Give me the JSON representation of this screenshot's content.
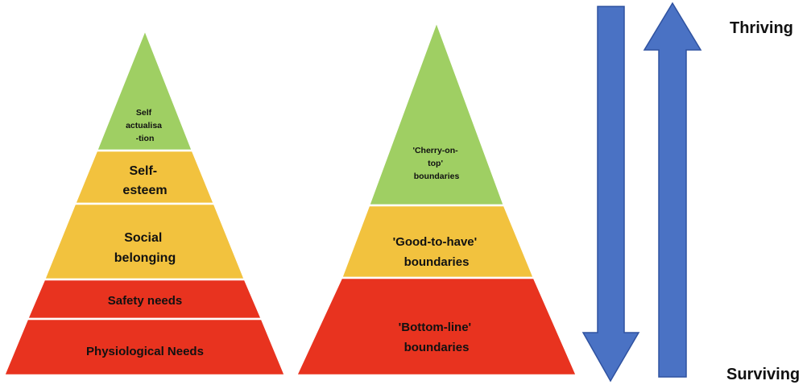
{
  "colors": {
    "green": "#9fcf63",
    "amber": "#f2c23e",
    "red": "#e8331f",
    "arrow_blue": "#4a72c4"
  },
  "left_pyramid": {
    "tiers": [
      {
        "label_lines": [
          "Self",
          "actualisa",
          "-tion"
        ],
        "color": "green"
      },
      {
        "label_lines": [
          "Self-",
          "esteem"
        ],
        "color": "amber"
      },
      {
        "label_lines": [
          "Social",
          "belonging"
        ],
        "color": "amber"
      },
      {
        "label_lines": [
          "Safety needs"
        ],
        "color": "red"
      },
      {
        "label_lines": [
          "Physiological Needs"
        ],
        "color": "red"
      }
    ]
  },
  "right_pyramid": {
    "tiers": [
      {
        "label_lines": [
          "'Cherry-on-",
          "top'",
          "boundaries"
        ],
        "color": "green"
      },
      {
        "label_lines": [
          "'Good-to-have'",
          "boundaries"
        ],
        "color": "amber"
      },
      {
        "label_lines": [
          "'Bottom-line'",
          "boundaries"
        ],
        "color": "red"
      }
    ]
  },
  "arrows": {
    "down_icon": "arrow-down-icon",
    "up_icon": "arrow-up-icon"
  },
  "labels": {
    "top": "Thriving",
    "bottom": "Surviving"
  }
}
